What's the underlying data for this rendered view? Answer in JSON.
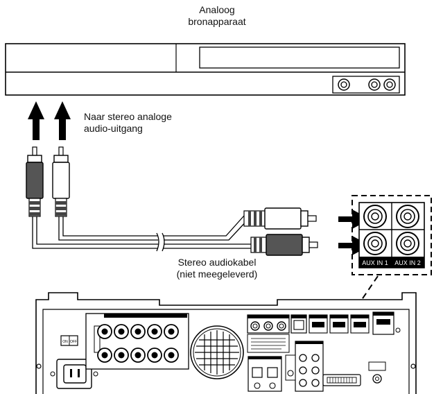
{
  "source_device": {
    "title_line1": "Analoog",
    "title_line2": "bronapparaat"
  },
  "output_note": {
    "line1": "Naar stereo analoge",
    "line2": "audio-uitgang"
  },
  "cable_note": {
    "line1": "Stereo audiokabel",
    "line2": "(niet meegeleverd)"
  },
  "aux_panel": {
    "aux1": "AUX IN 1",
    "aux2": "AUX IN 2"
  },
  "receiver": {
    "on_label": "ON",
    "off_label": "OFF"
  }
}
